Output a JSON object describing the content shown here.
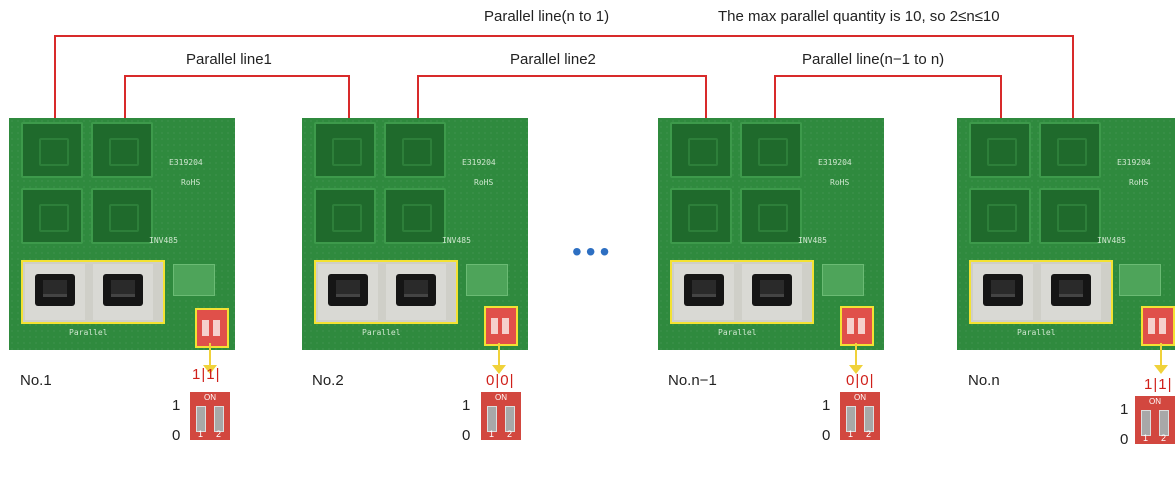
{
  "labels": {
    "parallel_n_to_1": "Parallel line(n to 1)",
    "max_note": "The max parallel quantity is 10, so 2≤n≤10",
    "parallel_line1": "Parallel line1",
    "parallel_line2": "Parallel line2",
    "parallel_line_n1_n": "Parallel line(n−1 to n)"
  },
  "units": [
    {
      "name": "No.1",
      "dip_state": "1|1|"
    },
    {
      "name": "No.2",
      "dip_state": "0|0|"
    },
    {
      "name": "No.n−1",
      "dip_state": "0|0|"
    },
    {
      "name": "No.n",
      "dip_state": "1|1|"
    }
  ],
  "dip": {
    "on_text": "ON",
    "pos1": "1",
    "pos2": "2",
    "scale_top": "1",
    "scale_bottom": "0"
  },
  "silk": {
    "cert": "E319204",
    "model": "INV485",
    "rohs": "RoHS",
    "parallel": "Parallel",
    "on": "ON"
  },
  "ellipsis": "•••",
  "colors": {
    "wire": "#d82a2a",
    "board": "#2f8a3e",
    "highlight": "#f3e233",
    "dip": "#d2473f",
    "state_text": "#d0201a"
  }
}
